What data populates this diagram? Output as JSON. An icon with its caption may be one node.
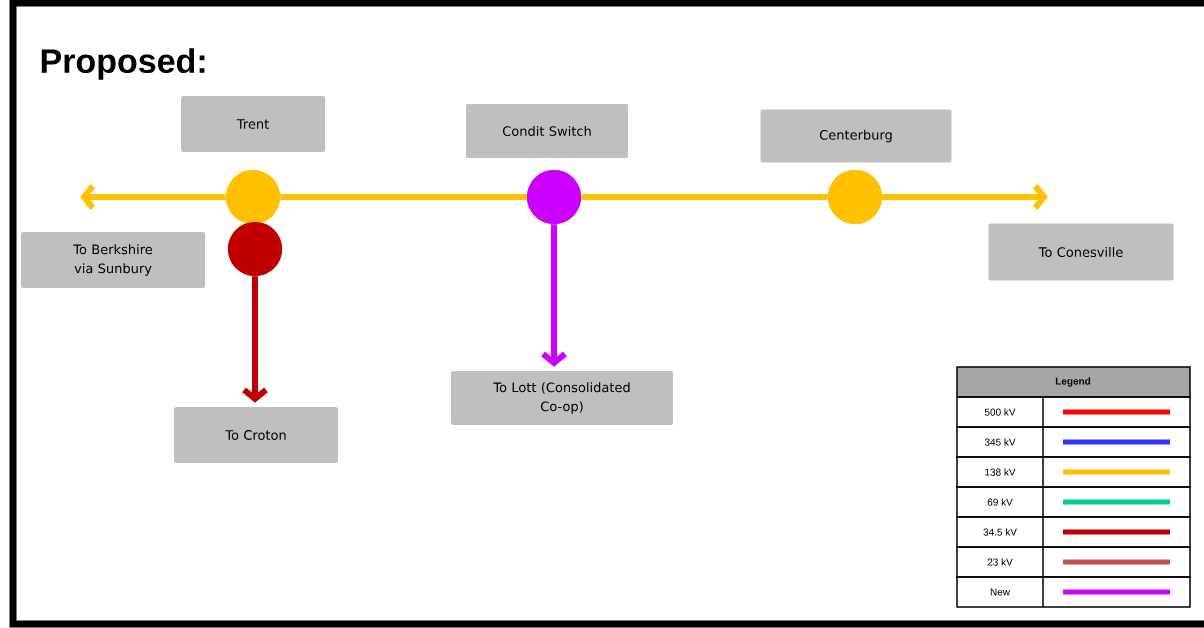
{
  "diagram": {
    "title": "Proposed:",
    "nodes": [
      {
        "text": [
          "Trent"
        ]
      },
      {
        "text": [
          "Condit Switch"
        ]
      },
      {
        "text": [
          "Centerburg"
        ]
      },
      {
        "text": [
          "To Berkshire via Sunbury"
        ]
      },
      {
        "text": [
          "To Conesville"
        ]
      },
      {
        "text": [
          "To Croton"
        ]
      },
      {
        "text": [
          "To Lott (Consolidated Co-op)"
        ]
      },
      {
        "text": [],
        "shape": "circle"
      },
      {
        "text": [],
        "shape": "circle"
      },
      {
        "text": [],
        "shape": "circle"
      },
      {
        "text": [],
        "shape": "circle"
      }
    ],
    "edges": [
      {
        "from": 7,
        "to": null,
        "arrow": "to"
      },
      {
        "from": 7,
        "to": 9,
        "arrow": "none"
      },
      {
        "from": 9,
        "to": 10,
        "arrow": "none"
      },
      {
        "from": 10,
        "to": null,
        "arrow": "to"
      },
      {
        "from": 8,
        "to": 5,
        "arrow": "to",
        "color": "#c00000"
      },
      {
        "from": 9,
        "to": 6,
        "arrow": "to",
        "color": "#cc00ff"
      }
    ],
    "labels": [
      "Legend"
    ],
    "legend": [
      {
        "text": "500 kV",
        "color": "#ff0000"
      },
      {
        "text": "345 kV",
        "color": "#3333ff"
      },
      {
        "text": "138 kV",
        "color": "#ffc000"
      },
      {
        "text": "69 kV",
        "color": "#00cc99"
      },
      {
        "text": "34.5 kV",
        "color": "#c00000"
      },
      {
        "text": "23 kV",
        "color": "#c0504d"
      },
      {
        "text": "New",
        "color": "#cc00ff"
      }
    ]
  }
}
